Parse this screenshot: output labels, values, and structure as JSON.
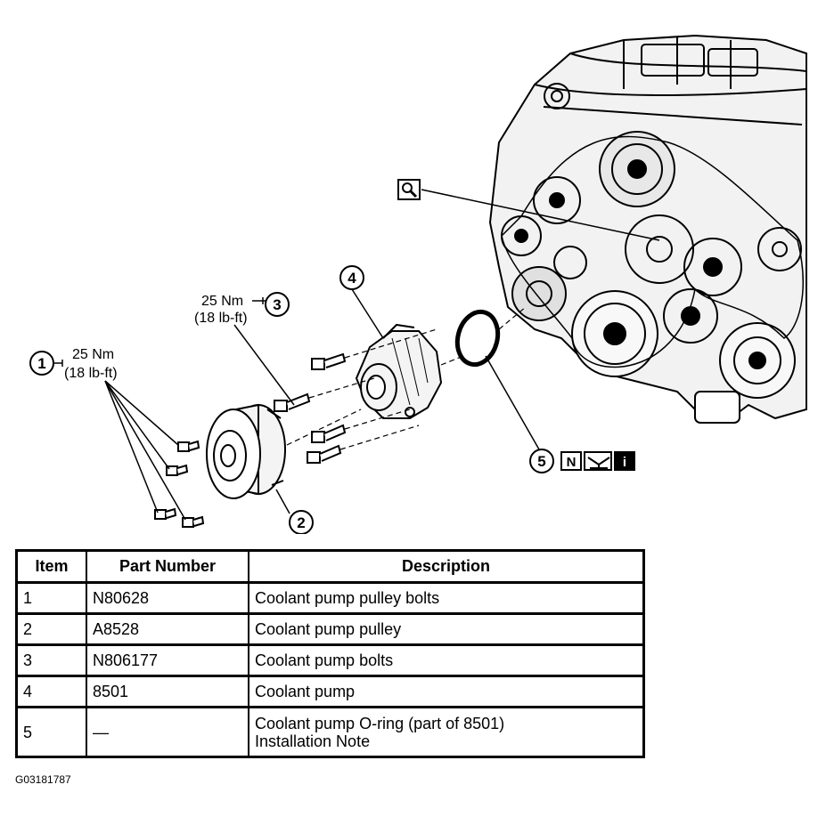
{
  "callouts": [
    {
      "num": "1",
      "torque_nm": "25 Nm",
      "torque_lbft": "(18 lb-ft)"
    },
    {
      "num": "2"
    },
    {
      "num": "3",
      "torque_nm": "25 Nm",
      "torque_lbft": "(18 lb-ft)"
    },
    {
      "num": "4"
    },
    {
      "num": "5",
      "icons": [
        "N",
        "i"
      ]
    }
  ],
  "table": {
    "headers": [
      "Item",
      "Part Number",
      "Description"
    ],
    "rows": [
      {
        "item": "1",
        "part": "N80628",
        "desc": "Coolant pump pulley bolts"
      },
      {
        "item": "2",
        "part": "A8528",
        "desc": "Coolant pump pulley"
      },
      {
        "item": "3",
        "part": "N806177",
        "desc": "Coolant pump bolts"
      },
      {
        "item": "4",
        "part": "8501",
        "desc": "Coolant pump"
      },
      {
        "item": "5",
        "part": "—",
        "desc": "Coolant pump O-ring (part of 8501)",
        "desc2": "Installation Note"
      }
    ]
  },
  "figure_code": "G03181787"
}
